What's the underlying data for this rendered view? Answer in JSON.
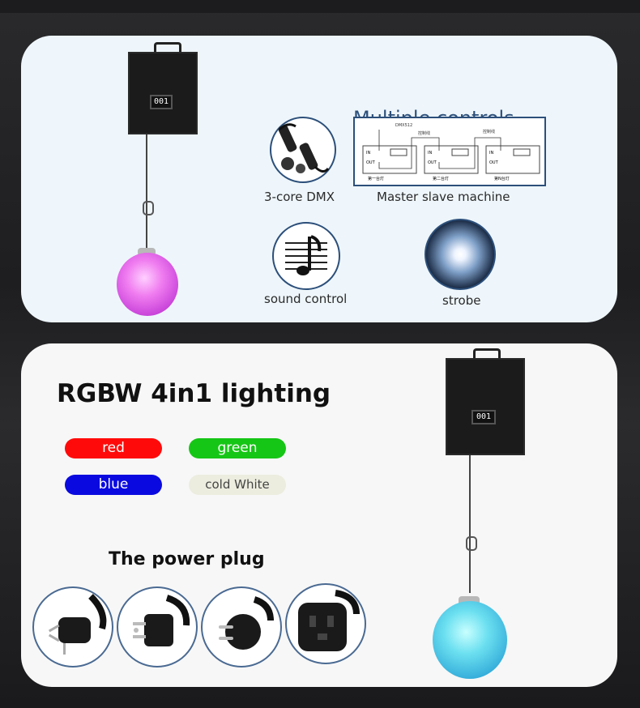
{
  "multiple_controls": {
    "title": "Multiple controls",
    "controller_display": "001",
    "items": [
      {
        "label": "3-core DMX",
        "icon": "xlr-cable-icon"
      },
      {
        "label": "Master slave machine",
        "icon": "wiring-diagram-icon"
      },
      {
        "label": "sound control",
        "icon": "music-note-icon"
      },
      {
        "label": "strobe",
        "icon": "strobe-flash-icon"
      }
    ],
    "diagram_texts": [
      "DMX512",
      "控制线",
      "控制线",
      "IN",
      "OUT",
      "IN",
      "OUT",
      "IN",
      "OUT",
      "第一台灯",
      "第二台灯",
      "第N台灯"
    ]
  },
  "lighting": {
    "title": "RGBW 4in1 lighting",
    "controller_display": "001",
    "colors": [
      {
        "label": "red",
        "color": "#ff0a0a",
        "text_color": "#ffffff"
      },
      {
        "label": "green",
        "color": "#16c616",
        "text_color": "#ffffff"
      },
      {
        "label": "blue",
        "color": "#0a0ae0",
        "text_color": "#ffffff"
      },
      {
        "label": "cold White",
        "color": "#ececdf",
        "text_color": "#444444"
      }
    ]
  },
  "power_plug": {
    "title": "The power plug",
    "plugs": [
      "au-plug-icon",
      "us-plug-icon",
      "eu-plug-icon",
      "uk-plug-icon"
    ]
  }
}
